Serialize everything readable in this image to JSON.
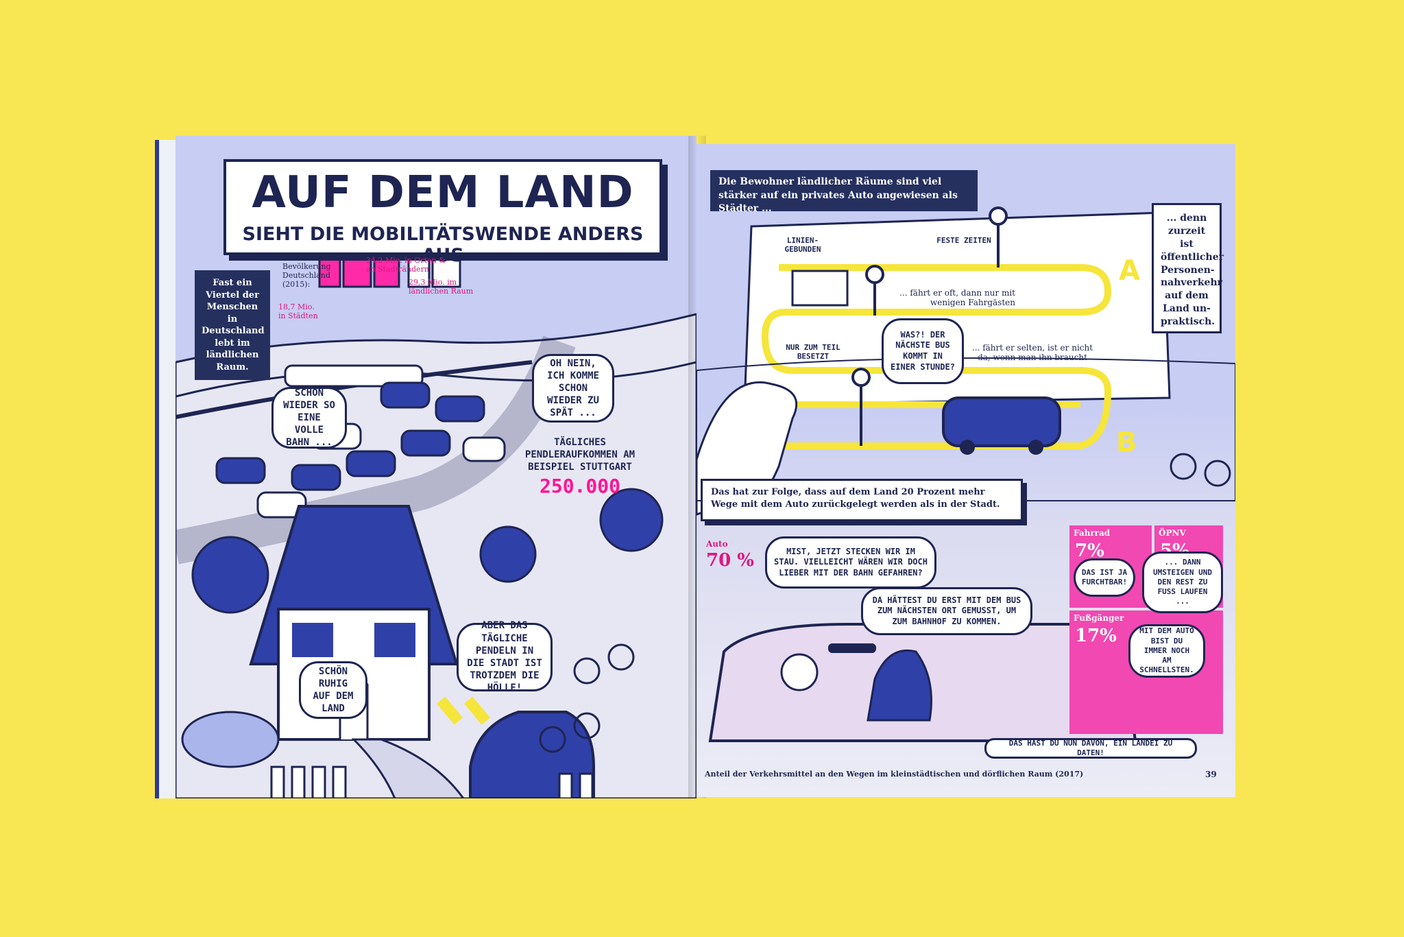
{
  "left_page": {
    "title": "AUF DEM LAND",
    "subtitle": "SIEHT DIE MOBILITÄTSWENDE ANDERS AUS",
    "quarter_fact": "Fast ein Viertel der Menschen in Deutschland lebt im ländlichen Raum.",
    "population_heading": "Bevölkerung Deutschland (2015):",
    "pop_cities": "18,7 Mio. in Städten",
    "pop_towns": "34,2 Mio. in Orten & an Stadträndern",
    "pop_rural": "29,3 Mio. im ländlichen Raum",
    "bubble_train": "SCHON WIEDER SO EINE VOLLE BAHN ...",
    "bubble_late": "OH NEIN, ICH KOMME SCHON WIEDER ZU SPÄT ...",
    "commuter_label": "TÄGLICHES PENDLERAUFKOMMEN AM BEISPIEL STUTTGART",
    "commuter_value": "250.000",
    "bubble_hell": "ABER DAS TÄGLICHE PENDELN IN DIE STADT IST TROTZDEM DIE HÖLLE!",
    "bubble_quiet": "SCHÖN RUHIG AUF DEM LAND"
  },
  "right_page": {
    "intro": "Die Bewohner ländlicher Räume sind viel stärker auf ein privates Auto angewiesen als Städter ...",
    "side_note": "... denn zurzeit ist öffentlicher Personen-nahverkehr auf dem Land un-praktisch.",
    "label_linien": "LINIEN-GEBUNDEN",
    "label_feste": "FESTE ZEITEN",
    "point_a": "A",
    "point_b": "B",
    "note_often": "... fährt er oft, dann nur mit wenigen Fahrgästen",
    "label_besetzt": "NUR ZUM TEIL BESETZT",
    "bubble_was": "WAS?! DER NÄCHSTE BUS KOMMT IN EINER STUNDE?",
    "note_rare": "... fährt er selten, ist er nicht da, wenn man ihn braucht",
    "consequence": "Das hat zur Folge, dass auf dem Land 20 Prozent mehr Wege mit dem Auto zurückgelegt werden als in der Stadt.",
    "bubble_stau": "MIST, JETZT STECKEN WIR IM STAU. VIELLEICHT WÄREN WIR DOCH LIEBER MIT DER BAHN GEFAHREN?",
    "bubble_bus": "DA HÄTTEST DU ERST MIT DEM BUS ZUM NÄCHSTEN ORT GEMUSST, UM ZUM BAHNHOF ZU KOMMEN.",
    "bubble_furchtbar": "DAS IST JA FURCHTBAR!",
    "bubble_umsteigen": "... DANN UMSTEIGEN UND DEN REST ZU FUSS LAUFEN ...",
    "bubble_auto": "MIT DEM AUTO BIST DU IMMER NOCH AM SCHNELLSTEN.",
    "bubble_landei": "DAS HAST DU NUN DAVON, EIN LANDEI ZU DATEN!",
    "caption": "Anteil der Verkehrsmittel an den Wegen im kleinstädtischen und dörflichen Raum (2017)",
    "page_number": "39"
  },
  "chart_data": {
    "type": "table",
    "title": "Anteil der Verkehrsmittel an den Wegen im kleinstädtischen und dörflichen Raum (2017)",
    "categories": [
      "Auto",
      "Fahrrad",
      "ÖPNV",
      "Fußgänger"
    ],
    "values": [
      70,
      7,
      5,
      17
    ],
    "labels": [
      "70 %",
      "7%",
      "5%",
      "17%"
    ]
  },
  "colors": {
    "background": "#f9e653",
    "navy": "#1e2552",
    "pink": "#f248b1",
    "magenta": "#e0157f",
    "yellow_route": "#f6e53a",
    "page_lilac": "#c7cdf3"
  }
}
